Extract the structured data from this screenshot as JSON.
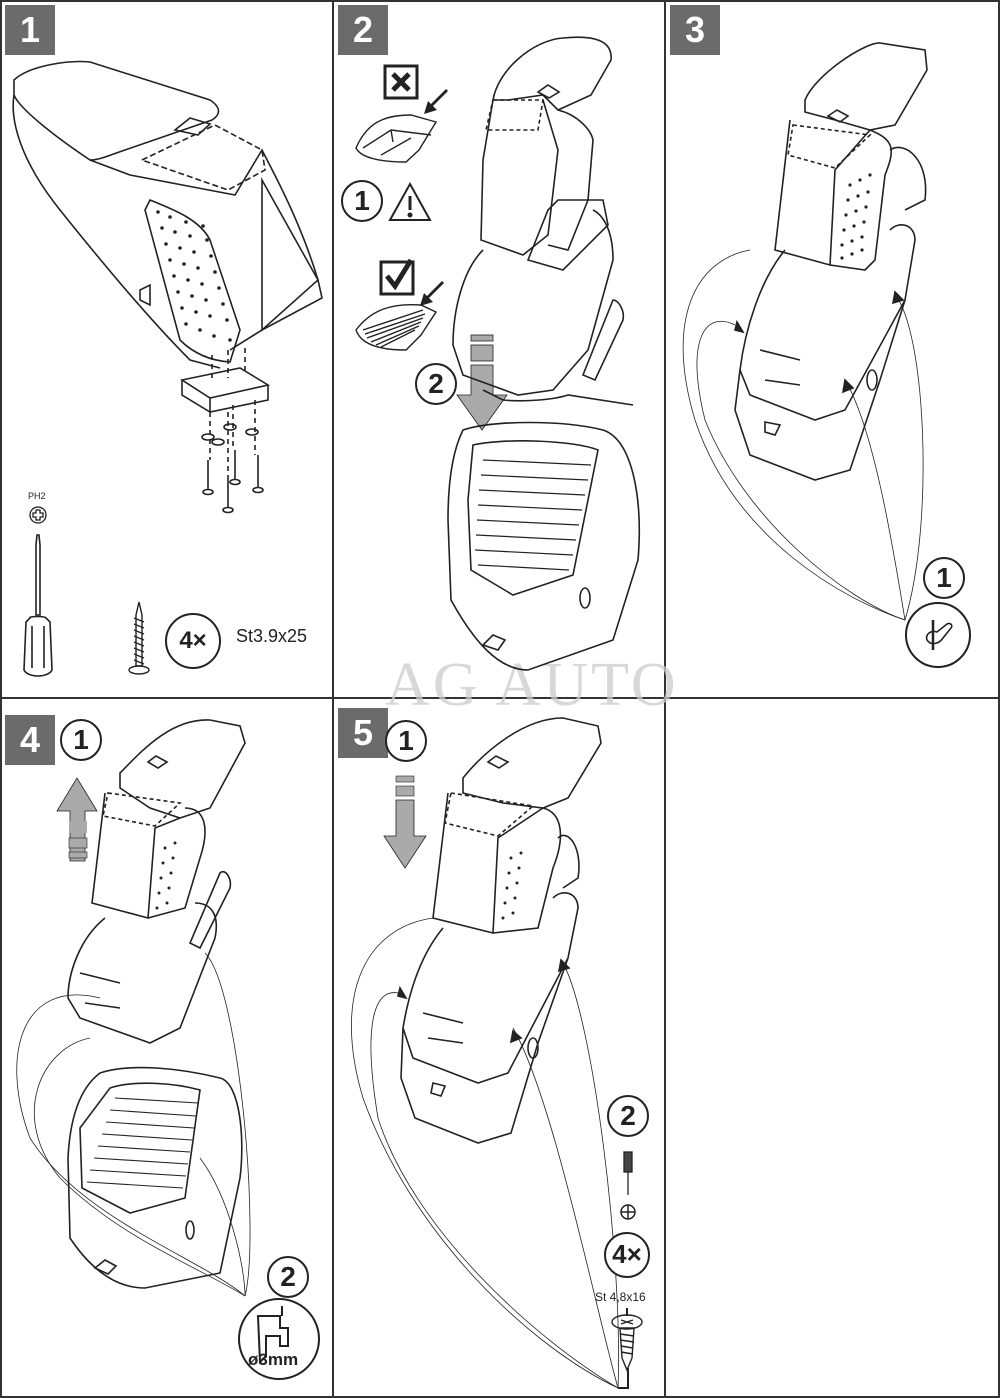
{
  "document": {
    "watermark": "AG AUTO",
    "steps": [
      {
        "number": "1",
        "tool_label": "PH2",
        "quantity": "4×",
        "screw_spec": "St3.9x25"
      },
      {
        "number": "2",
        "substeps": [
          {
            "number": "1",
            "icon": "warning-icon",
            "wrong_mark": "cross-box-icon",
            "right_mark": "check-box-icon"
          },
          {
            "number": "2",
            "icon": "down-arrow-icon"
          }
        ]
      },
      {
        "number": "3",
        "substeps": [
          {
            "number": "1",
            "icon": "hand-marking-icon"
          }
        ]
      },
      {
        "number": "4",
        "substeps": [
          {
            "number": "1",
            "icon": "up-arrow-icon"
          },
          {
            "number": "2",
            "drill_label": "ø3mm"
          }
        ]
      },
      {
        "number": "5",
        "substeps": [
          {
            "number": "1",
            "icon": "down-arrow-icon"
          },
          {
            "number": "2",
            "quantity": "4×",
            "screw_spec": "St 4,8x16"
          }
        ]
      }
    ]
  }
}
